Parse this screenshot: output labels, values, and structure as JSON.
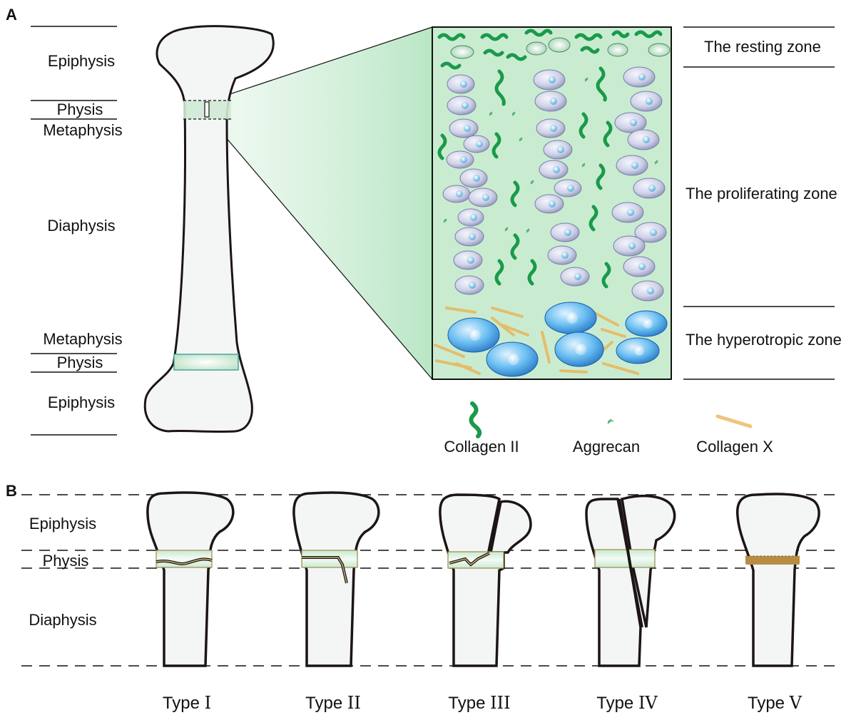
{
  "panel_a": {
    "panel_label": "A",
    "bone_labels": {
      "epiphysis_top": "Epiphysis",
      "physis_top": "Physis",
      "metaphysis_top": "Metaphysis",
      "diaphysis": "Diaphysis",
      "metaphysis_bottom": "Metaphysis",
      "physis_bottom": "Physis",
      "epiphysis_bottom": "Epiphysis"
    },
    "zones": {
      "resting": "The resting zone",
      "proliferating": "The proliferating zone",
      "hypertrophic": "The hyperotropic zone"
    },
    "legend": {
      "collagen_2": "Collagen II",
      "aggrecan": "Aggrecan",
      "collagen_x": "Collagen X"
    },
    "colors": {
      "collagen_2": "#1a9a4a",
      "aggrecan": "#3aa05a",
      "collagen_x": "#e8b860",
      "growth_plate_bg": "#c9ecd1",
      "hypertrophic_cell": "#3d9fe0",
      "proliferating_cell": "#c6cbe6"
    }
  },
  "panel_b": {
    "panel_label": "B",
    "labels": {
      "epiphysis": "Epiphysis",
      "physis": "Physis",
      "diaphysis": "Diaphysis"
    },
    "types": [
      {
        "prefix": "Type",
        "numeral": "I"
      },
      {
        "prefix": "Type",
        "numeral": "II"
      },
      {
        "prefix": "Type",
        "numeral": "III"
      },
      {
        "prefix": "Type",
        "numeral": "IV"
      },
      {
        "prefix": "Type",
        "numeral": "V"
      }
    ]
  }
}
